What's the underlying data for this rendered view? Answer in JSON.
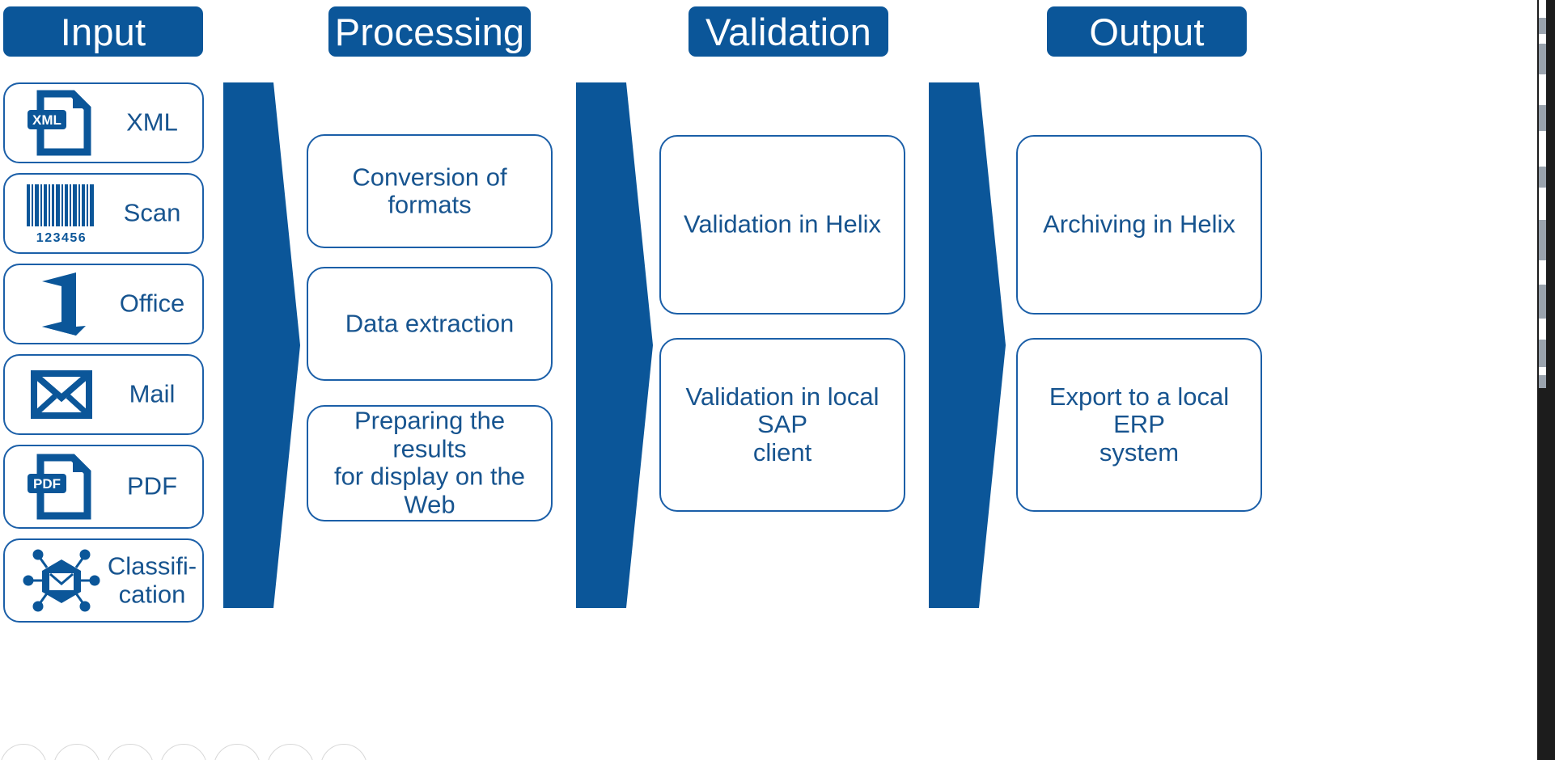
{
  "diagram": {
    "title_accent": "#0B5699",
    "outline_color": "#1B5FA8",
    "text_color": "#17548F",
    "background": "#ffffff",
    "columns": [
      {
        "key": "input",
        "header": "Input",
        "items": [
          {
            "label": "XML",
            "icon": "xml-file-icon"
          },
          {
            "label": "Scan",
            "icon": "barcode-icon",
            "barcode_digits": "1 2 3 4 5 6"
          },
          {
            "label": "Office",
            "icon": "office-icon"
          },
          {
            "label": "Mail",
            "icon": "envelope-icon"
          },
          {
            "label": "PDF",
            "icon": "pdf-file-icon"
          },
          {
            "label": "Classifi-\ncation",
            "icon": "classification-network-icon"
          }
        ]
      },
      {
        "key": "processing",
        "header": "Processing",
        "items": [
          {
            "label": "Conversion of\nformats"
          },
          {
            "label": "Data extraction"
          },
          {
            "label": "Preparing the results\nfor display on the\nWeb"
          }
        ]
      },
      {
        "key": "validation",
        "header": "Validation",
        "items": [
          {
            "label": "Validation in Helix"
          },
          {
            "label": "Validation in local SAP\nclient"
          }
        ]
      },
      {
        "key": "output",
        "header": "Output",
        "items": [
          {
            "label": "Archiving in Helix"
          },
          {
            "label": "Export to a local ERP\nsystem"
          }
        ]
      }
    ],
    "arrows": [
      {
        "name": "arrow-input-to-processing"
      },
      {
        "name": "arrow-processing-to-validation"
      },
      {
        "name": "arrow-validation-to-output"
      }
    ],
    "badges": {
      "xml": "XML",
      "pdf": "PDF"
    }
  }
}
